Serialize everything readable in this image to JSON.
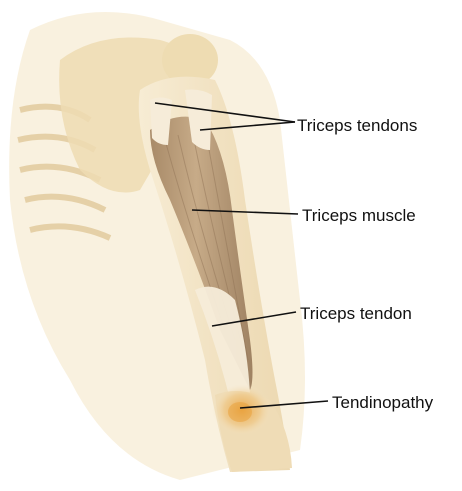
{
  "labels": {
    "triceps_tendons": "Triceps tendons",
    "triceps_muscle": "Triceps muscle",
    "triceps_tendon": "Triceps tendon",
    "tendinopathy": "Tendinopathy"
  },
  "colors": {
    "skin": "#f3e5c6",
    "skin_shadow": "#e6d2a8",
    "bone": "#eedcb2",
    "muscle": "#bfa17f",
    "muscle_dark": "#9c7e5e",
    "tendon": "#f6ecd9",
    "inflammation": "#e3a54a",
    "leader_line": "#111111"
  }
}
